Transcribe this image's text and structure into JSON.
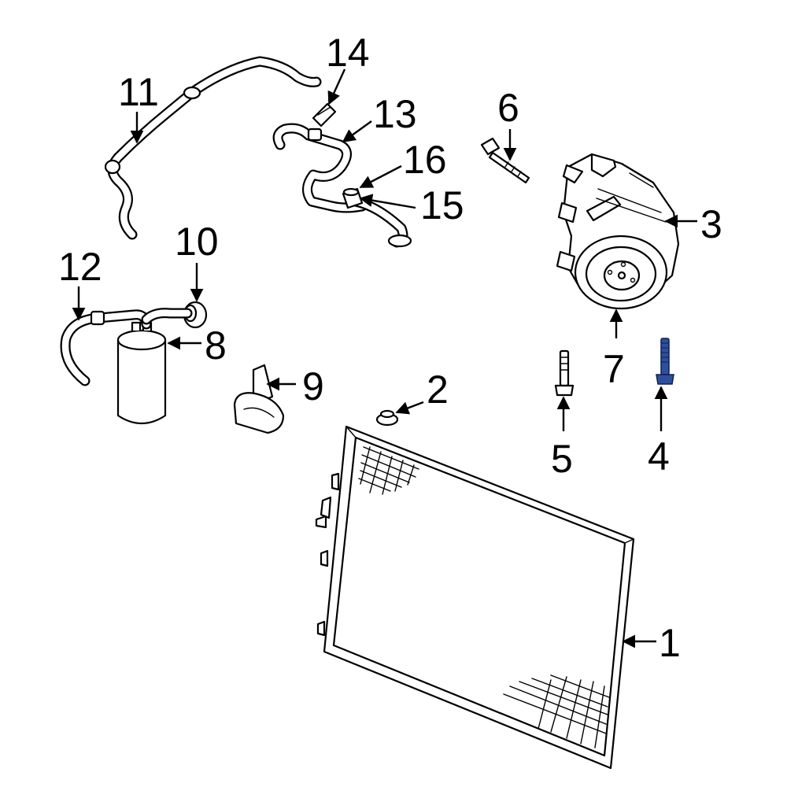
{
  "diagram": {
    "highlight_color": "#2d4fa0",
    "line_color": "#000000",
    "background": "#ffffff",
    "callouts": [
      {
        "id": "c1",
        "label": "1"
      },
      {
        "id": "c2",
        "label": "2"
      },
      {
        "id": "c3",
        "label": "3"
      },
      {
        "id": "c4",
        "label": "4",
        "highlighted": true
      },
      {
        "id": "c5",
        "label": "5"
      },
      {
        "id": "c6",
        "label": "6"
      },
      {
        "id": "c7",
        "label": "7"
      },
      {
        "id": "c8",
        "label": "8"
      },
      {
        "id": "c9",
        "label": "9"
      },
      {
        "id": "c10",
        "label": "10"
      },
      {
        "id": "c11",
        "label": "11"
      },
      {
        "id": "c12",
        "label": "12"
      },
      {
        "id": "c13",
        "label": "13"
      },
      {
        "id": "c14",
        "label": "14"
      },
      {
        "id": "c15",
        "label": "15"
      },
      {
        "id": "c16",
        "label": "16"
      }
    ]
  }
}
